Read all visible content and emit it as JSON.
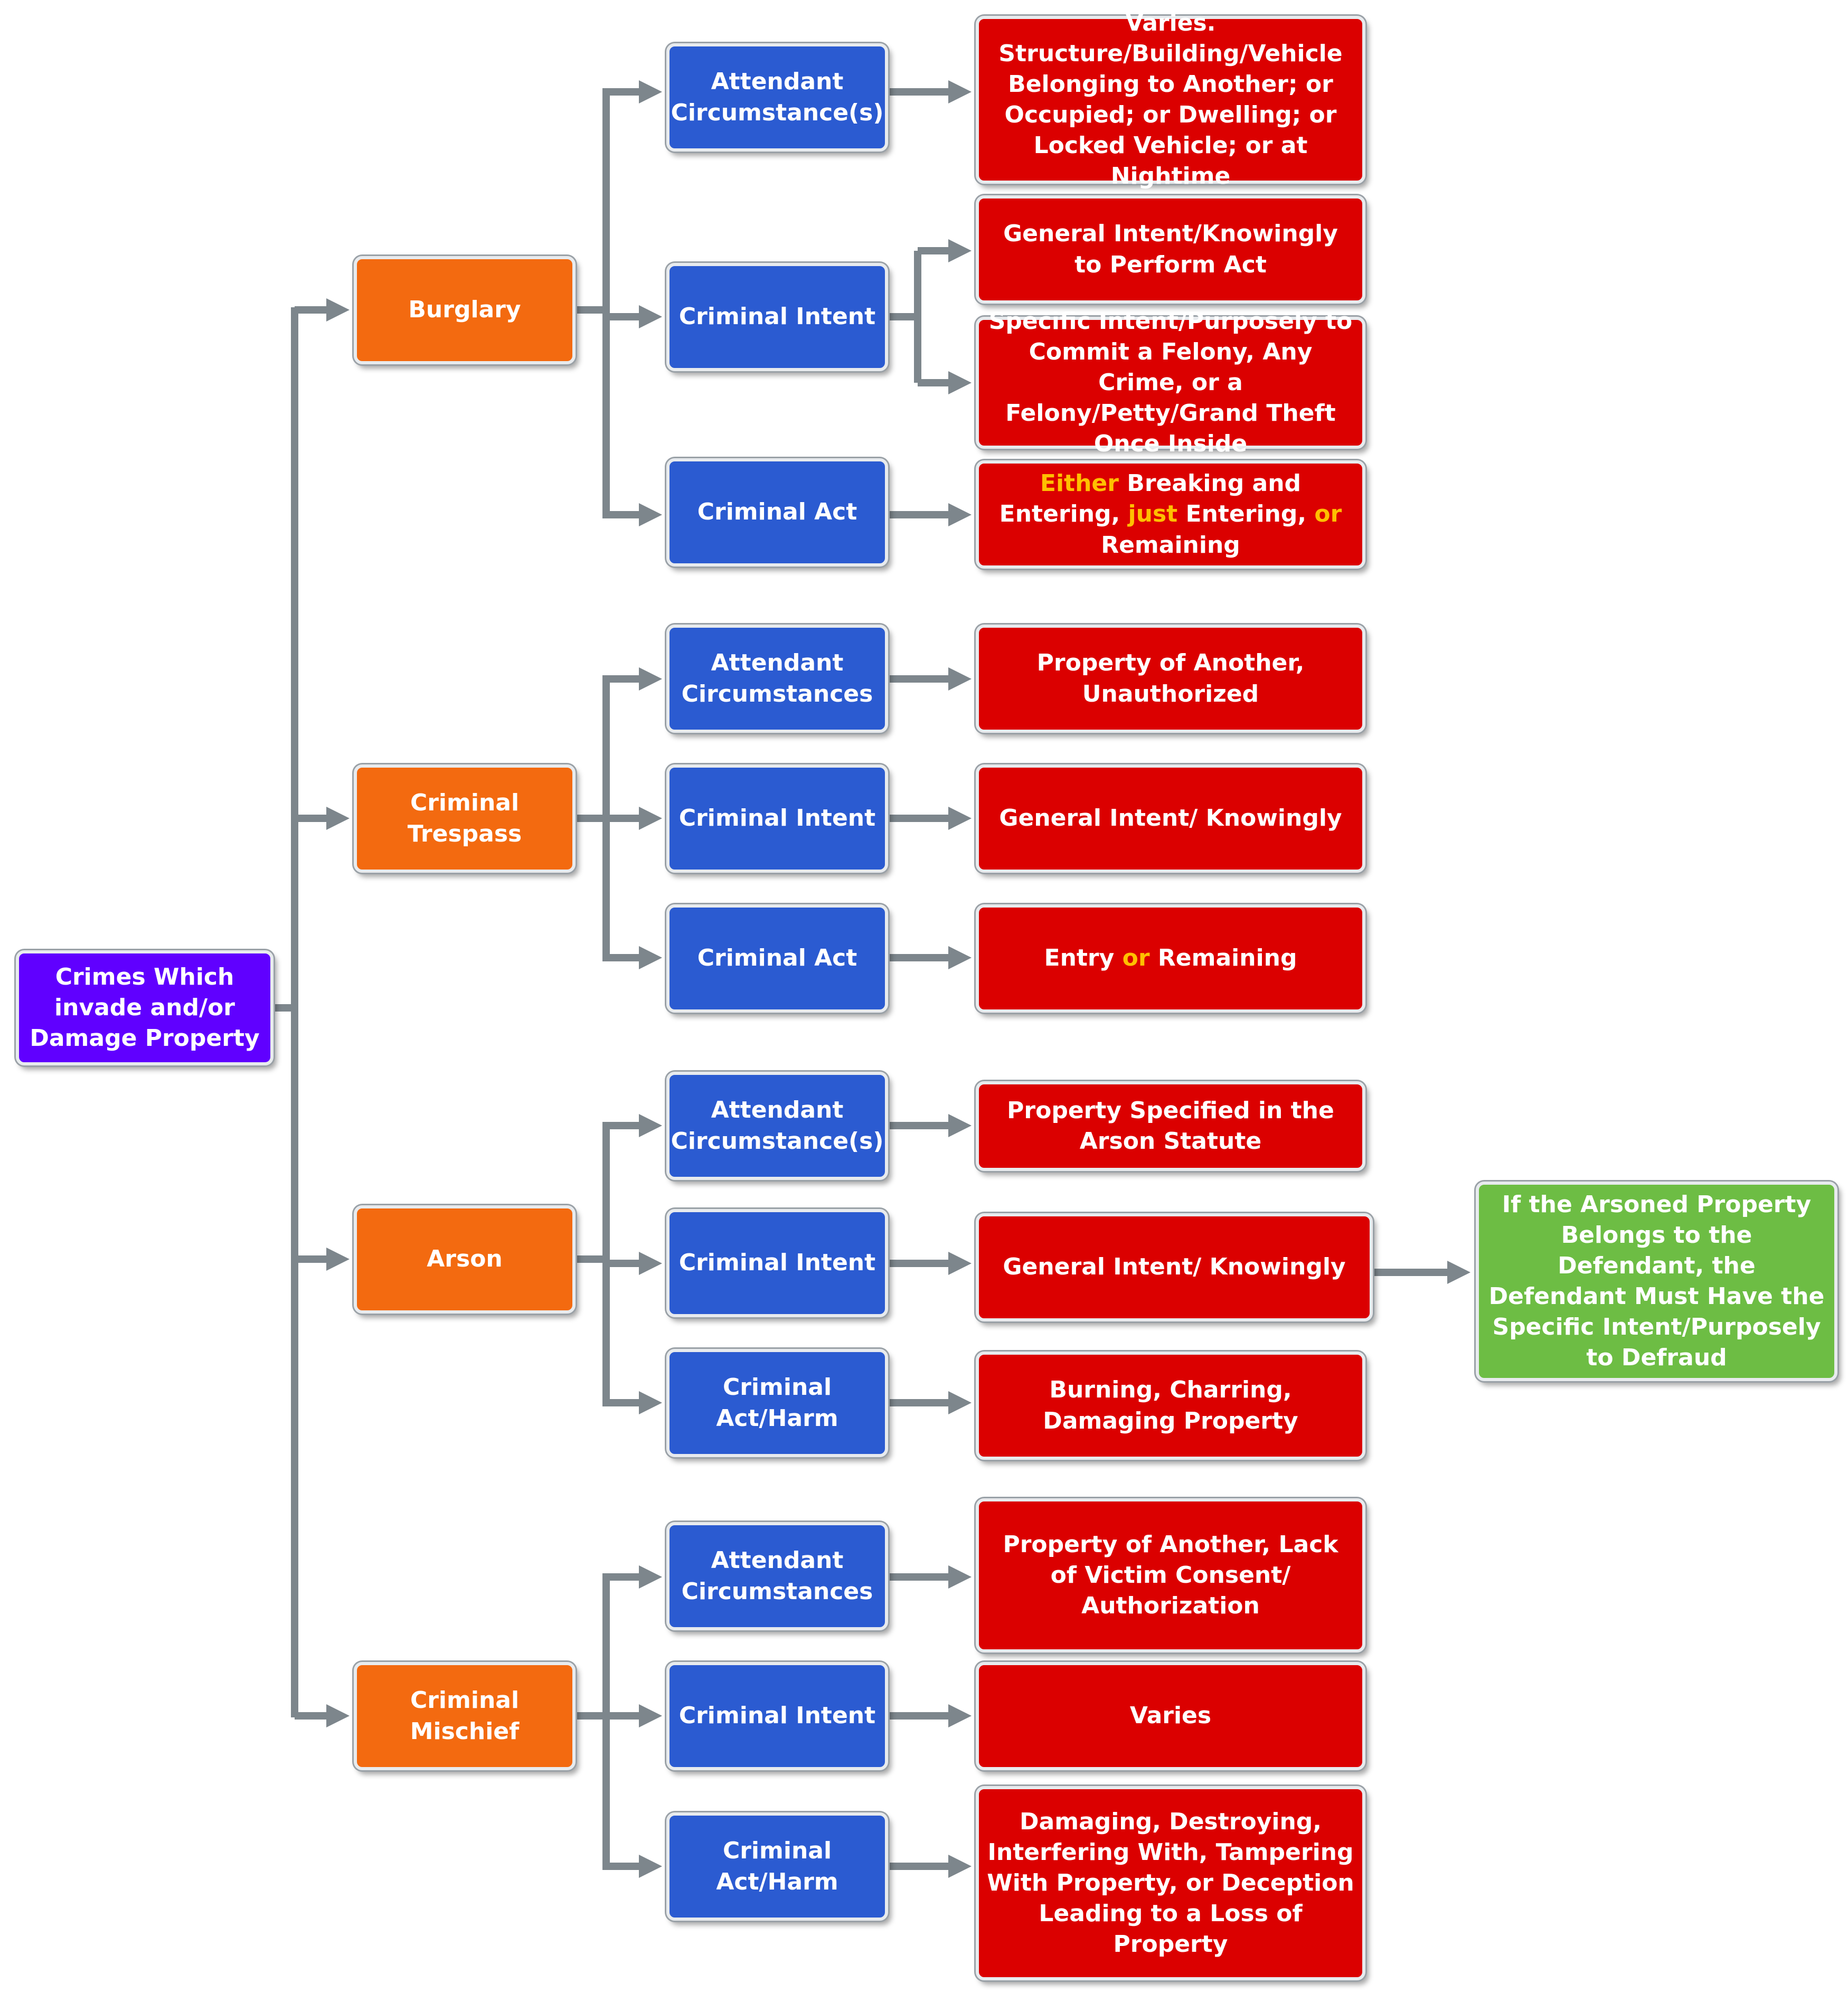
{
  "root": "Crimes Which invade and/or Damage Property",
  "colors": {
    "root": "#6000ff",
    "crime": "#f36a10",
    "element": "#2b5bd1",
    "description": "#db0000",
    "note": "#6dbd44",
    "highlight": "#ffc000",
    "connector": "#7d868c"
  },
  "crimes": [
    {
      "name": "Burglary",
      "elements": [
        {
          "label": "Attendant Circumstance(s)",
          "descriptions": [
            "Varies. Structure/Building/Vehicle Belonging to Another; or Occupied; or Dwelling; or Locked Vehicle; or at Nightime"
          ]
        },
        {
          "label": "Criminal Intent",
          "descriptions": [
            "General Intent/Knowingly to Perform Act",
            "Specific Intent/Purposely to Commit a Felony, Any Crime, or a Felony/Petty/Grand Theft Once Inside"
          ]
        },
        {
          "label": "Criminal Act",
          "descriptions": [
            "Either Breaking and Entering, just Entering, or Remaining"
          ]
        }
      ]
    },
    {
      "name": "Criminal Trespass",
      "elements": [
        {
          "label": "Attendant Circumstances",
          "descriptions": [
            "Property of Another, Unauthorized"
          ]
        },
        {
          "label": "Criminal Intent",
          "descriptions": [
            "General Intent/ Knowingly"
          ]
        },
        {
          "label": "Criminal Act",
          "descriptions": [
            "Entry or Remaining"
          ]
        }
      ]
    },
    {
      "name": "Arson",
      "elements": [
        {
          "label": "Attendant Circumstance(s)",
          "descriptions": [
            "Property Specified in the Arson Statute"
          ]
        },
        {
          "label": "Criminal Intent",
          "descriptions": [
            "General Intent/ Knowingly"
          ],
          "note": "If the Arsoned Property Belongs to the Defendant, the Defendant Must Have the Specific Intent/Purposely to Defraud"
        },
        {
          "label": "Criminal Act/Harm",
          "descriptions": [
            "Burning, Charring, Damaging Property"
          ]
        }
      ]
    },
    {
      "name": "Criminal Mischief",
      "elements": [
        {
          "label": "Attendant Circumstances",
          "descriptions": [
            "Property of Another, Lack of Victim Consent/ Authorization"
          ]
        },
        {
          "label": "Criminal Intent",
          "descriptions": [
            "Varies"
          ]
        },
        {
          "label": "Criminal Act/Harm",
          "descriptions": [
            "Damaging, Destroying, Interfering With, Tampering With Property, or Deception Leading to a Loss of Property"
          ]
        }
      ]
    }
  ],
  "text_parts": {
    "burglary_act": {
      "w1": "Either",
      "t1": " Breaking and Entering, ",
      "w2": "just",
      "t2": " Entering, ",
      "w3": "or",
      "t3": " Remaining"
    },
    "trespass_act": {
      "t1": "Entry ",
      "w1": "or",
      "t2": " Remaining"
    }
  }
}
